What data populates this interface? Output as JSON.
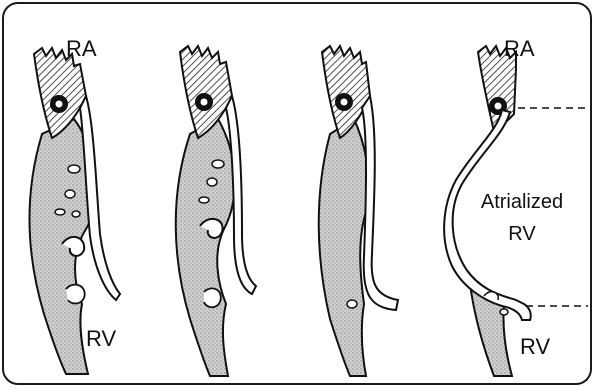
{
  "labels": {
    "ra_left": "RA",
    "rv_left": "RV",
    "ra_right": "RA",
    "atrialized_line1": "Atrialized",
    "atrialized_line2": "RV",
    "rv_right": "RV"
  },
  "colors": {
    "ink": "#111111",
    "stipple": "#b8b8b8",
    "background": "#ffffff"
  }
}
